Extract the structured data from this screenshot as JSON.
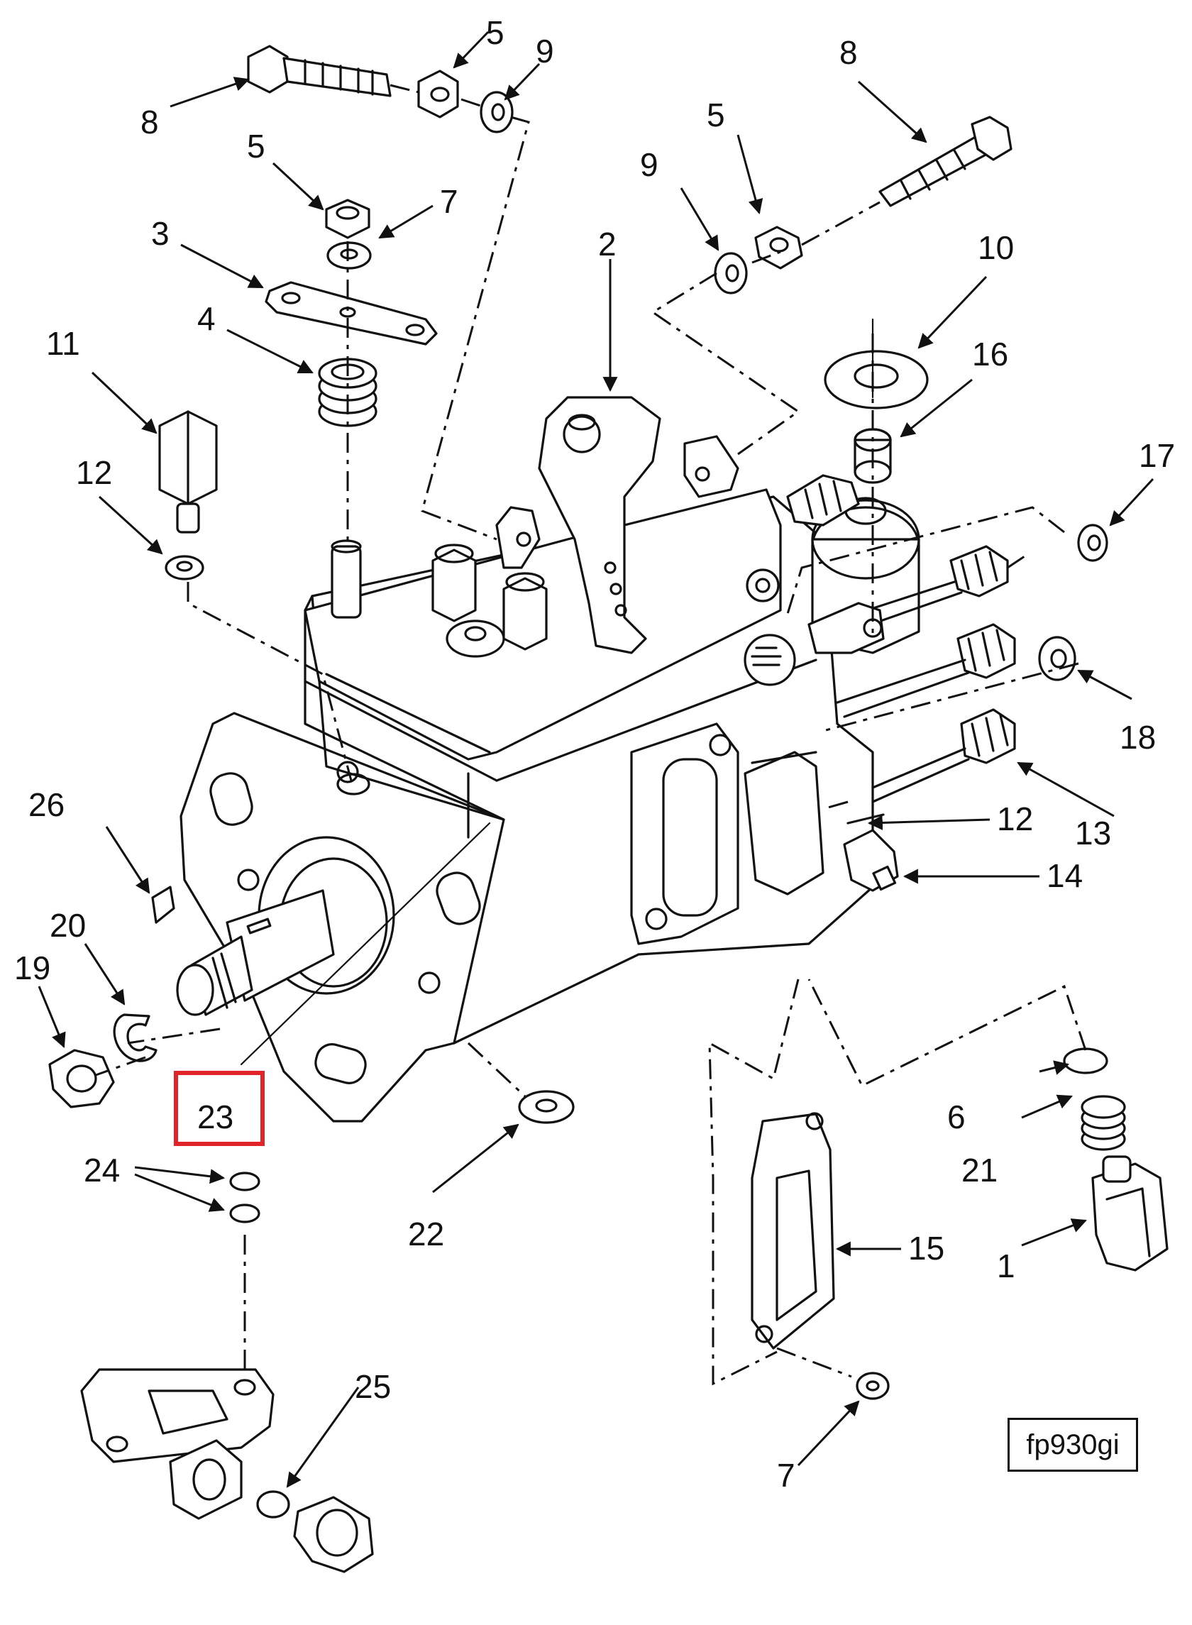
{
  "figure_code": "fp930gi",
  "highlight_color": "#e0242a",
  "highlighted_callout": "23",
  "callouts": {
    "c1": "1",
    "c2": "2",
    "c3": "3",
    "c4": "4",
    "c5a": "5",
    "c5b": "5",
    "c5c": "5",
    "c6": "6",
    "c7a": "7",
    "c7b": "7",
    "c8a": "8",
    "c8b": "8",
    "c9a": "9",
    "c9b": "9",
    "c10": "10",
    "c11": "11",
    "c12a": "12",
    "c12b": "12",
    "c13": "13",
    "c14": "14",
    "c15": "15",
    "c16": "16",
    "c17": "17",
    "c18": "18",
    "c19": "19",
    "c20": "20",
    "c21": "21",
    "c22": "22",
    "c23": "23",
    "c24": "24",
    "c25": "25",
    "c26": "26"
  }
}
